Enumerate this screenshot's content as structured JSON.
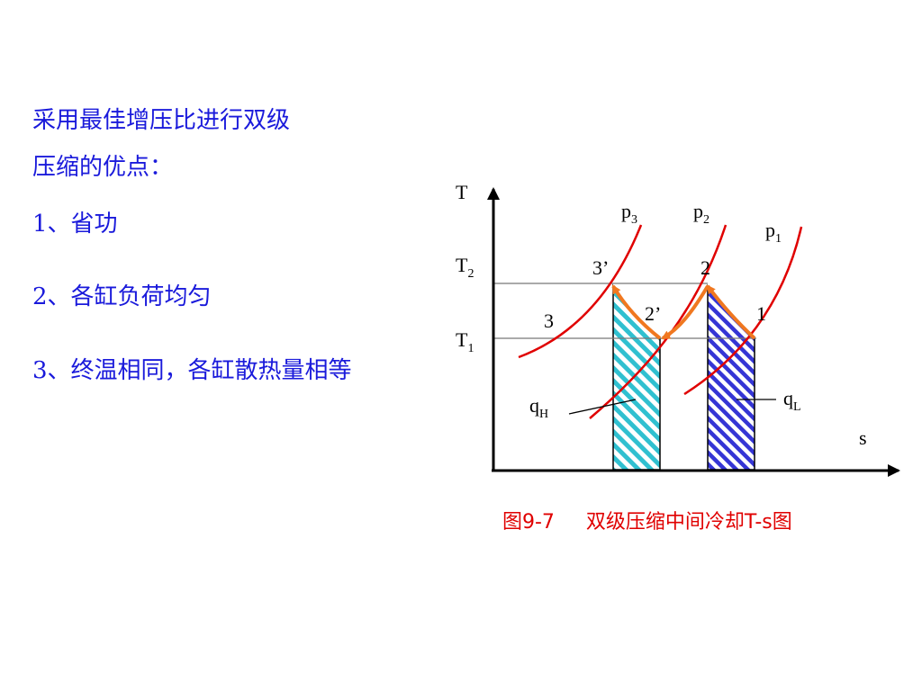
{
  "heading": {
    "line1": "采用最佳增压比进行双级",
    "line2": "压缩的优点："
  },
  "advantages": [
    "1、省功",
    "2、各缸负荷均匀",
    "3、终温相同，各缸散热量相等"
  ],
  "diagram": {
    "axis_y": "T",
    "axis_x": "s",
    "t2_base": "T",
    "t2_sub": "2",
    "t1_base": "T",
    "t1_sub": "1",
    "p3_base": "p",
    "p3_sub": "3",
    "p2_base": "p",
    "p2_sub": "2",
    "p1_base": "p",
    "p1_sub": "1",
    "point_3prime": "3’",
    "point_2": "2",
    "point_2prime": "2’",
    "point_1": "1",
    "point_3": "3",
    "qh_base": "q",
    "qh_sub": "H",
    "ql_base": "q",
    "ql_sub": "L",
    "colors": {
      "isobar": "#e00000",
      "process": "#f07820",
      "hatch_h": "#30c0d0",
      "hatch_l": "#3030d0"
    }
  },
  "caption": "图9-7     双级压缩中间冷却T-s图"
}
